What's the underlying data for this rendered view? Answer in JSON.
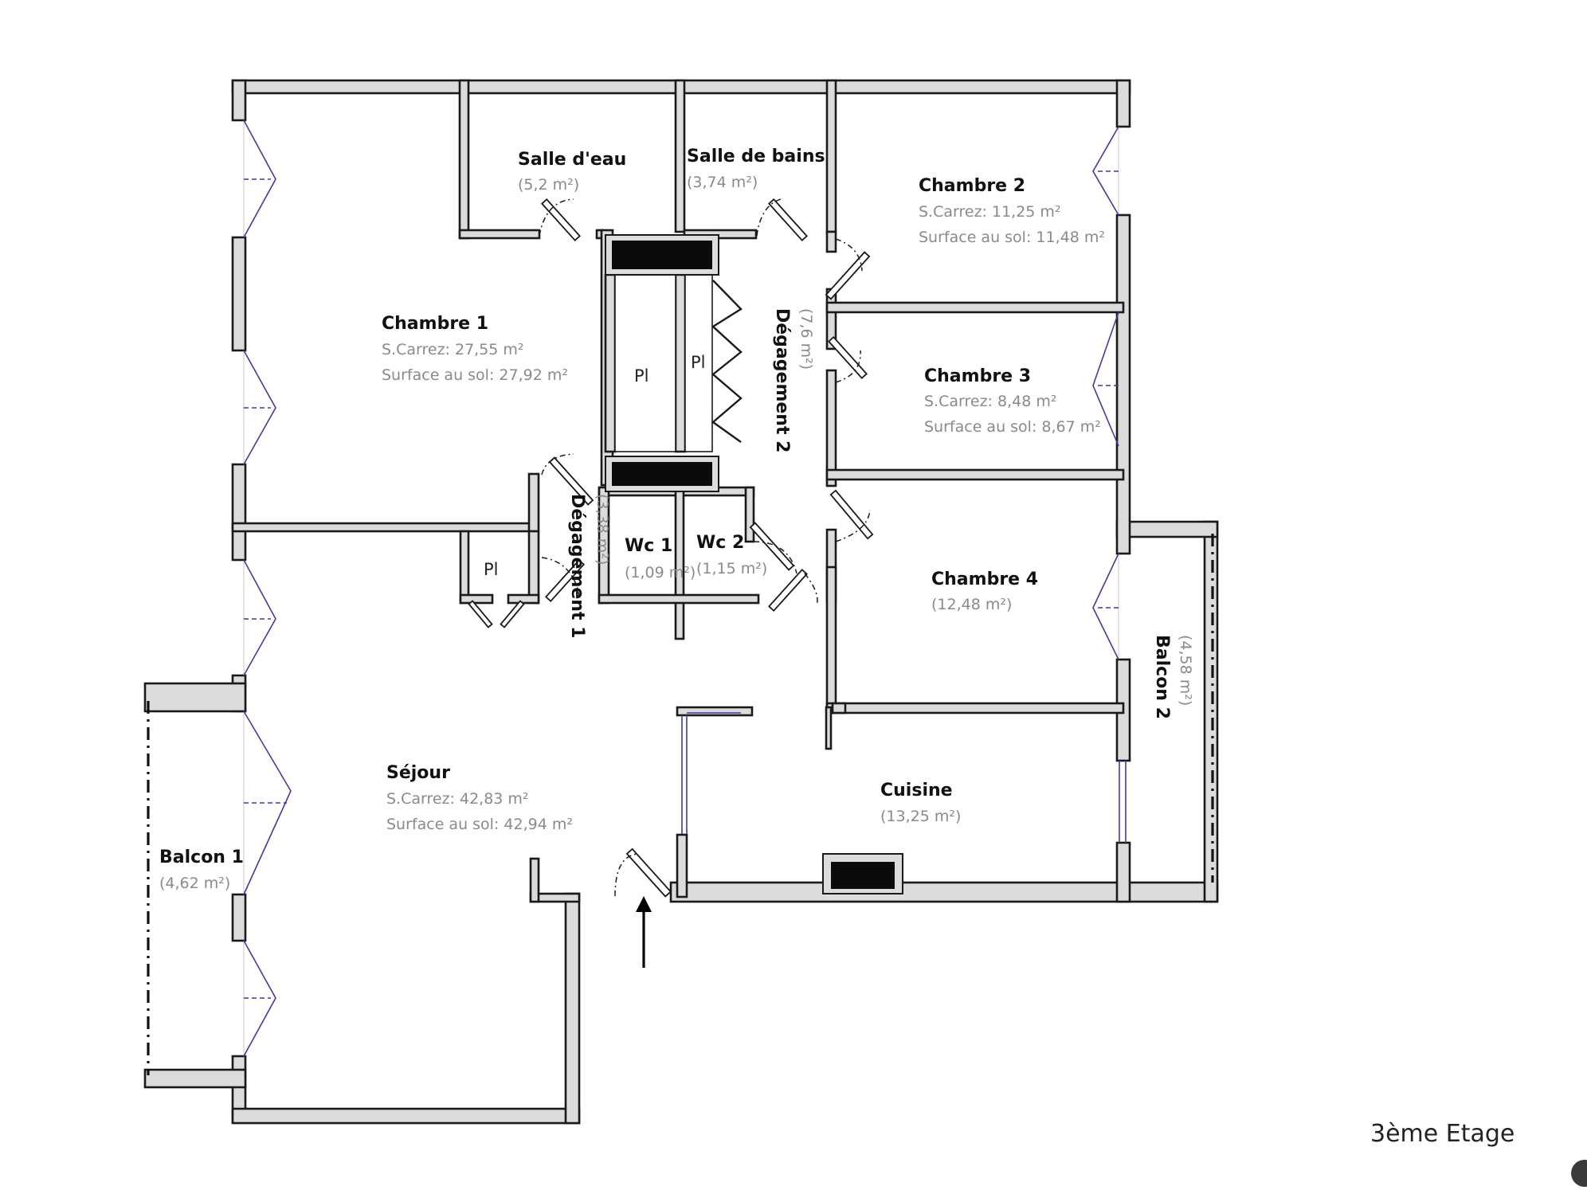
{
  "floor_label": "3ème Etage",
  "rooms": {
    "salle_eau": {
      "name": "Salle d'eau",
      "area": "(5,2 m²)"
    },
    "salle_bains": {
      "name": "Salle de bains",
      "area": "(3,74 m²)"
    },
    "chambre1": {
      "name": "Chambre 1",
      "carrez": "S.Carrez: 27,55 m²",
      "sol": "Surface au sol: 27,92 m²"
    },
    "chambre2": {
      "name": "Chambre 2",
      "carrez": "S.Carrez: 11,25 m²",
      "sol": "Surface au sol: 11,48 m²"
    },
    "chambre3": {
      "name": "Chambre 3",
      "carrez": "S.Carrez: 8,48 m²",
      "sol": "Surface au sol: 8,67 m²"
    },
    "chambre4": {
      "name": "Chambre 4",
      "area": "(12,48 m²)"
    },
    "degagement2": {
      "name": "Dégagement 2",
      "area": "(7,6 m²)"
    },
    "degagement1": {
      "name": "Dégagement 1",
      "area": "(3,38 m²)"
    },
    "wc1": {
      "name": "Wc 1",
      "area": "(1,09 m²)"
    },
    "wc2": {
      "name": "Wc 2",
      "area": "(1,15 m²)"
    },
    "sejour": {
      "name": "Séjour",
      "carrez": "S.Carrez: 42,83 m²",
      "sol": "Surface au sol: 42,94 m²"
    },
    "cuisine": {
      "name": "Cuisine",
      "area": "(13,25 m²)"
    },
    "balcon1": {
      "name": "Balcon 1",
      "area": "(4,62 m²)"
    },
    "balcon2": {
      "name": "Balcon 2",
      "area": "(4,58 m²)"
    }
  },
  "closets": {
    "pl_1": "Pl",
    "pl_2": "Pl",
    "pl_3": "Pl"
  }
}
